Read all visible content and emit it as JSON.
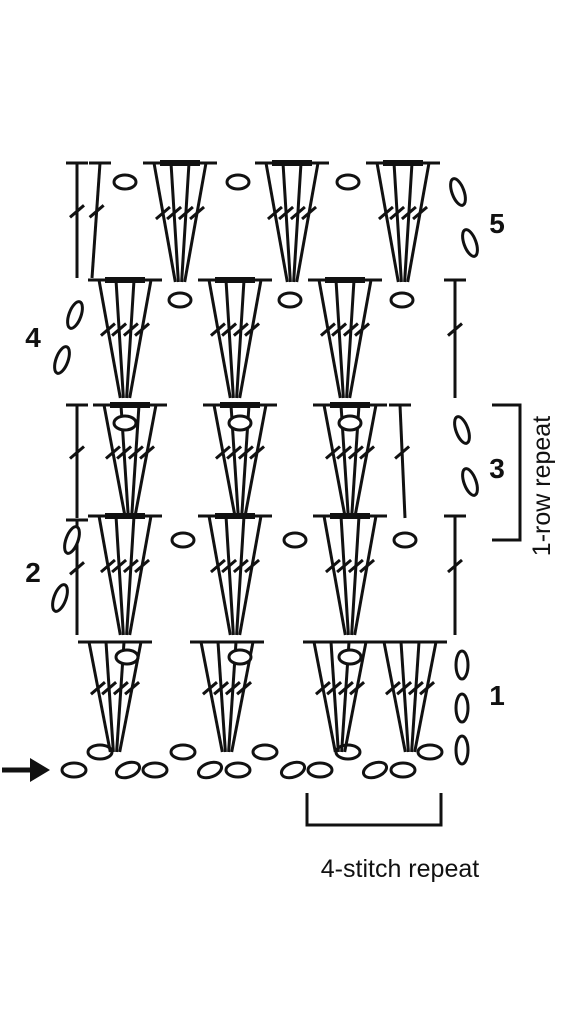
{
  "title": "",
  "diagram": {
    "type": "crochet-stitch-chart",
    "rows": [
      {
        "number": "1",
        "label": "1"
      },
      {
        "number": "2",
        "label": "2"
      },
      {
        "number": "3",
        "label": "3"
      },
      {
        "number": "4",
        "label": "4"
      },
      {
        "number": "5",
        "label": "5"
      }
    ],
    "stitch_repeat_label": "4-stitch repeat",
    "row_repeat_label": "1-row repeat",
    "start_arrow_icon": "arrow-right-icon",
    "foundation_chain_icon": "chain-stitch-icon",
    "stitch_symbol_icon": "double-crochet-icon",
    "colors": {
      "ink": "#111111",
      "background": "#ffffff"
    }
  }
}
